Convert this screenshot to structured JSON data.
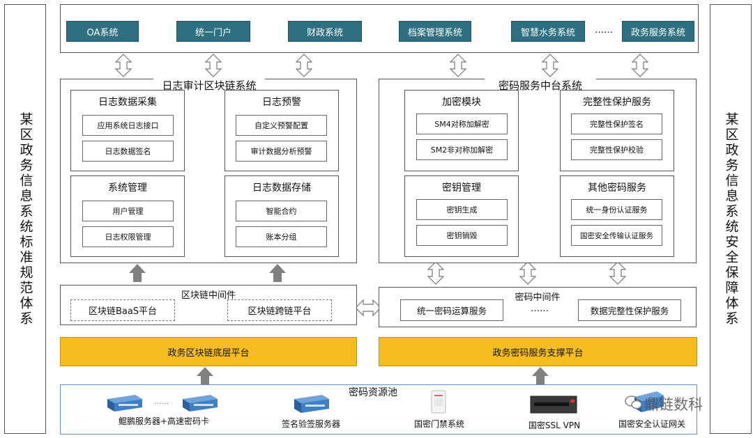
{
  "left_pillar": "某区政务信息系统标准规范体系",
  "right_pillar": "某区政务信息系统安全保障体系",
  "apps": [
    "OA系统",
    "统一门户",
    "财政系统",
    "档案管理系统",
    "智慧水务系统",
    "政务服务系统"
  ],
  "apps_ellipsis": "……",
  "log_audit": {
    "title": "日志审计区块链系统",
    "modules": [
      {
        "title": "日志数据采集",
        "items": [
          "应用系统日志接口",
          "日志数据签名"
        ]
      },
      {
        "title": "日志预警",
        "items": [
          "自定义预警配置",
          "审计数据分析预警"
        ]
      },
      {
        "title": "系统管理",
        "items": [
          "用户管理",
          "日志权限管理"
        ]
      },
      {
        "title": "日志数据存储",
        "items": [
          "智能合约",
          "账本分组"
        ]
      }
    ]
  },
  "crypto_platform": {
    "title": "密码服务中台系统",
    "modules": [
      {
        "title": "加密模块",
        "items": [
          "SM4对称加解密",
          "SM2非对称加解密"
        ]
      },
      {
        "title": "完整性保护服务",
        "items": [
          "完整性保护签名",
          "完整性保护校验"
        ]
      },
      {
        "title": "密钥管理",
        "items": [
          "密钥生成",
          "密钥销毁"
        ]
      },
      {
        "title": "其他密码服务",
        "items": [
          "统一身份认证服务",
          "国密安全传输认证服务"
        ]
      }
    ]
  },
  "blockchain_middleware": {
    "title": "区块链中间件",
    "items": [
      "区块链BaaS平台",
      "区块链跨链平台"
    ]
  },
  "crypto_middleware": {
    "title": "密码中间件",
    "items": [
      "统一密码运算服务",
      "数据完整性保护服务"
    ],
    "ellipsis": "……"
  },
  "platforms": [
    "政务区块链底层平台",
    "政务密码服务支撑平台"
  ],
  "resource_pool": {
    "title": "密码资源池",
    "items": [
      "鲲鹏服务器+高速密码卡",
      "签名验签服务器",
      "国密门禁系统",
      "国密SSL VPN",
      "国密安全认证网关"
    ],
    "dots": "……"
  },
  "watermark": "鼎链数科",
  "colors": {
    "app": "#2e6f82",
    "platform": "#f5bd1f",
    "arrow_solid": "#808080"
  }
}
